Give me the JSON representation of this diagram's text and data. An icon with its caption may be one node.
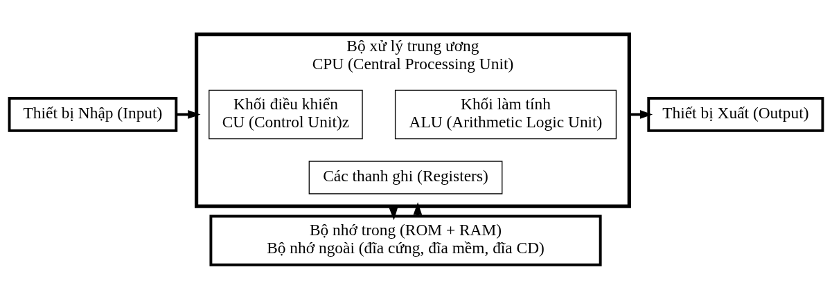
{
  "diagram": {
    "nodes": [
      {
        "text": [
          "Thiết bị Nhập (Input)"
        ]
      },
      {
        "text": [
          "Bộ xử lý trung ương",
          "CPU (Central Processing Unit)"
        ]
      },
      {
        "text": [
          "Khối điều khiển",
          "CU (Control Unit)z"
        ],
        "in": 1
      },
      {
        "text": [
          "Khối làm tính",
          "ALU (Arithmetic Logic Unit)"
        ],
        "in": 1
      },
      {
        "text": [
          "Các thanh ghi (Registers)"
        ],
        "in": 1
      },
      {
        "text": [
          "Bộ nhớ trong (ROM + RAM)",
          "Bộ nhớ ngoài (đĩa cứng, đĩa mềm, đĩa CD)"
        ]
      },
      {
        "text": [
          "Thiết bị Xuất (Output)"
        ]
      }
    ],
    "edges": [
      {
        "from": 0,
        "to": 1,
        "arrow": "to"
      },
      {
        "from": 1,
        "to": 6,
        "arrow": "to"
      },
      {
        "from": 1,
        "to": 5,
        "arrow": "to"
      },
      {
        "from": 5,
        "to": 1,
        "arrow": "to"
      }
    ]
  }
}
